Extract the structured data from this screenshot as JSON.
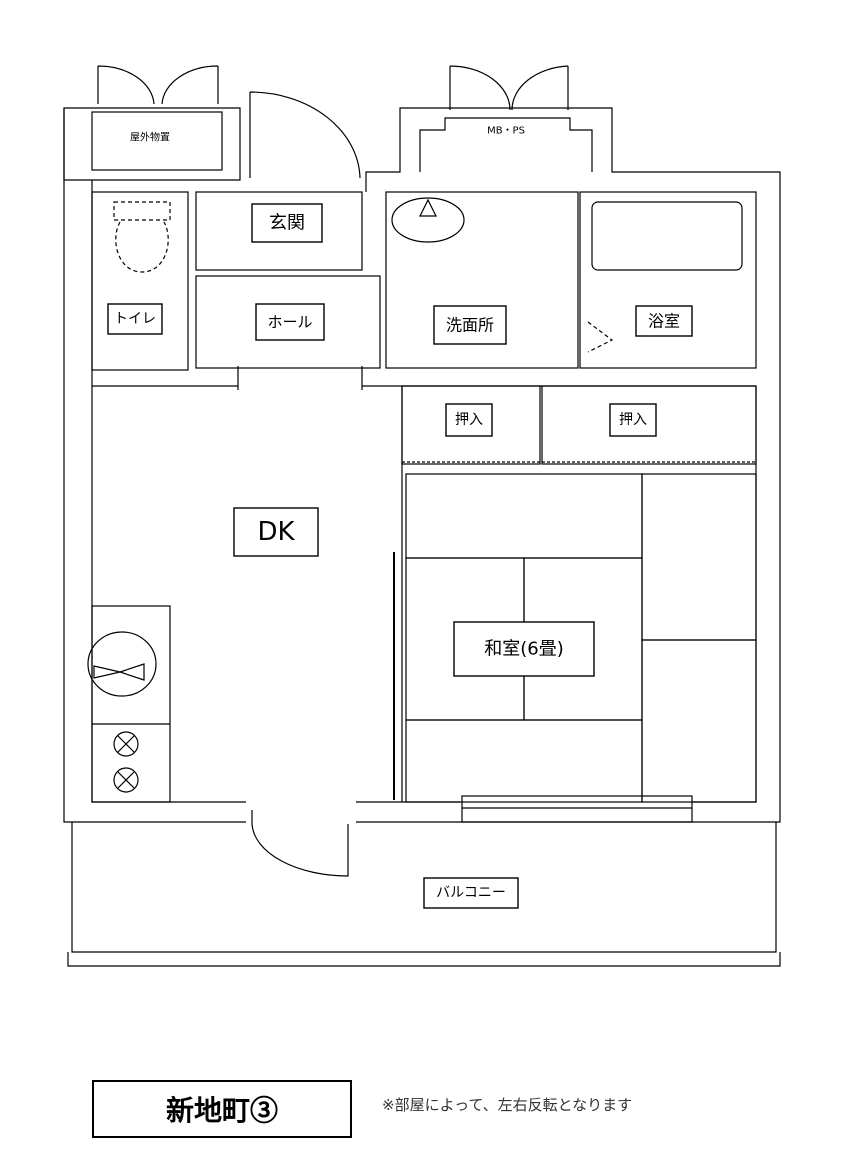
{
  "rooms": {
    "storage": "屋外物置",
    "mb_ps": "MB・PS",
    "entrance": "玄関",
    "toilet": "トイレ",
    "hall": "ホール",
    "washroom": "洗面所",
    "bath": "浴室",
    "closet1": "押入",
    "closet2": "押入",
    "dk": "DK",
    "washitsu": "和室(6畳)",
    "balcony": "バルコニー"
  },
  "footer": {
    "title": "新地町③",
    "note": "※部屋によって、左右反転となります"
  }
}
